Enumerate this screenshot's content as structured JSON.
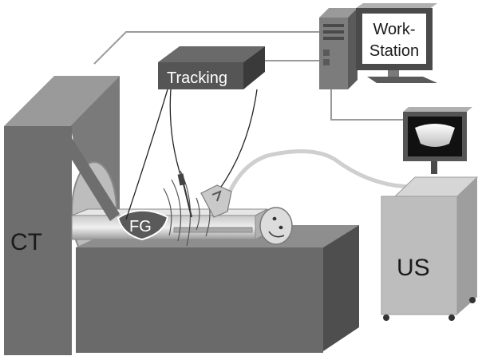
{
  "labels": {
    "ct": "CT",
    "tracking": "Tracking",
    "workstation_line1": "Work-",
    "workstation_line2": "Station",
    "us": "US",
    "fg": "FG"
  }
}
